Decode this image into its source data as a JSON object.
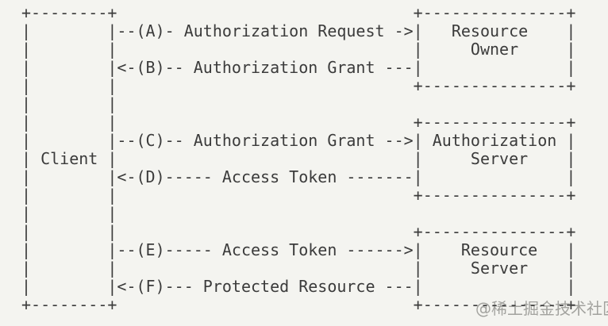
{
  "colors": {
    "background": "#f4f4f0",
    "diagram_text": "#3b3b3b",
    "watermark_text": "#a2a29e"
  },
  "diagram": {
    "type": "ascii-flow",
    "ascii_lines": [
      "+--------+                               +---------------+",
      "|        |--(A)- Authorization Request ->|   Resource    |",
      "|        |                               |     Owner     |",
      "|        |<-(B)-- Authorization Grant ---|               |",
      "|        |                               +---------------+",
      "|        |",
      "|        |                               +---------------+",
      "|        |--(C)-- Authorization Grant -->| Authorization |",
      "| Client |                               |     Server    |",
      "|        |<-(D)----- Access Token -------|               |",
      "|        |                               +---------------+",
      "|        |",
      "|        |                               +---------------+",
      "|        |--(E)----- Access Token ------>|    Resource   |",
      "|        |                               |     Server    |",
      "|        |<-(F)--- Protected Resource ---|               |",
      "+--------+                               +---------------+"
    ],
    "entities": [
      "Client",
      "Resource Owner",
      "Authorization Server",
      "Resource Server"
    ],
    "flows": [
      {
        "step": "A",
        "from": "Client",
        "to": "Resource Owner",
        "label": "Authorization Request"
      },
      {
        "step": "B",
        "from": "Resource Owner",
        "to": "Client",
        "label": "Authorization Grant"
      },
      {
        "step": "C",
        "from": "Client",
        "to": "Authorization Server",
        "label": "Authorization Grant"
      },
      {
        "step": "D",
        "from": "Authorization Server",
        "to": "Client",
        "label": "Access Token"
      },
      {
        "step": "E",
        "from": "Client",
        "to": "Resource Server",
        "label": "Access Token"
      },
      {
        "step": "F",
        "from": "Resource Server",
        "to": "Client",
        "label": "Protected Resource"
      }
    ]
  },
  "watermark": {
    "text": "@稀土掘金技术社区"
  }
}
